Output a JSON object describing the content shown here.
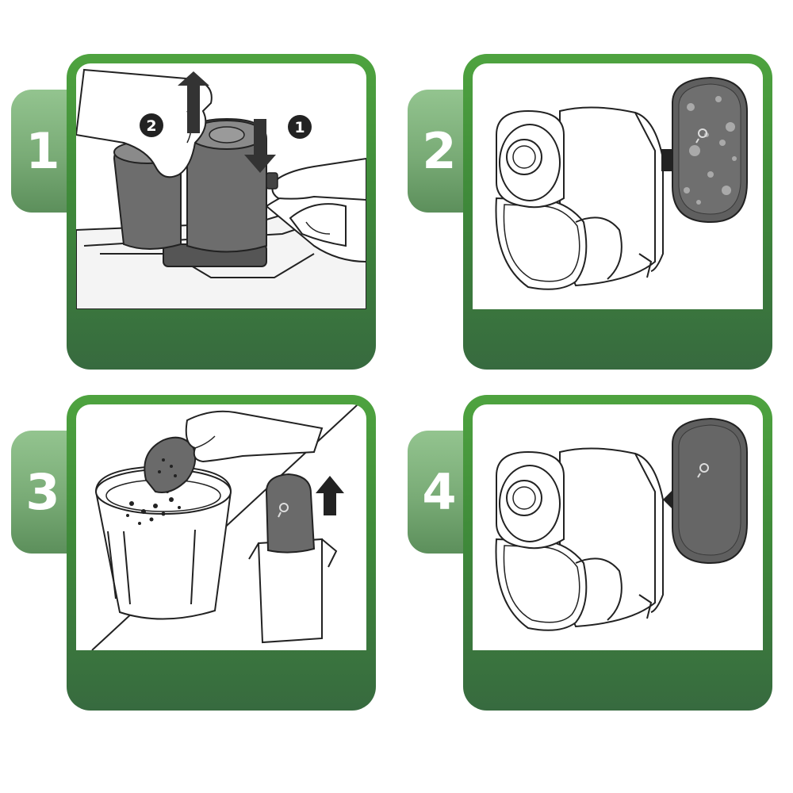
{
  "steps": [
    {
      "number": "1"
    },
    {
      "number": "2"
    },
    {
      "number": "3"
    },
    {
      "number": "4"
    }
  ],
  "illustrations": {
    "step1": {
      "labels": [
        "2",
        "1"
      ]
    }
  },
  "colors": {
    "card_green_top": "#4ea33f",
    "card_green_bottom": "#376a3f",
    "tab_green": "#79ab76",
    "filter_gray": "#6d6d6d"
  }
}
